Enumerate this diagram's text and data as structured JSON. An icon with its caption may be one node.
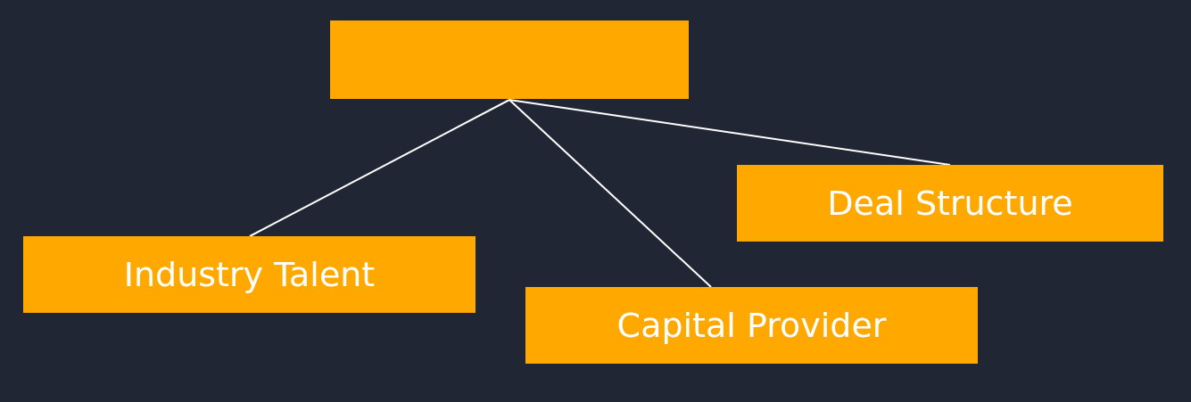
{
  "diagram": {
    "nodes": [
      {
        "text": [],
        "shape": "box"
      },
      {
        "text": [
          "Industry Talent"
        ]
      },
      {
        "text": [
          "Capital Provider"
        ]
      },
      {
        "text": [
          "Deal Structure"
        ]
      }
    ],
    "edges": [
      {
        "from": 0,
        "to": 1,
        "arrow": "none"
      },
      {
        "from": 0,
        "to": 2,
        "arrow": "none"
      },
      {
        "from": 0,
        "to": 3,
        "arrow": "none"
      }
    ]
  }
}
